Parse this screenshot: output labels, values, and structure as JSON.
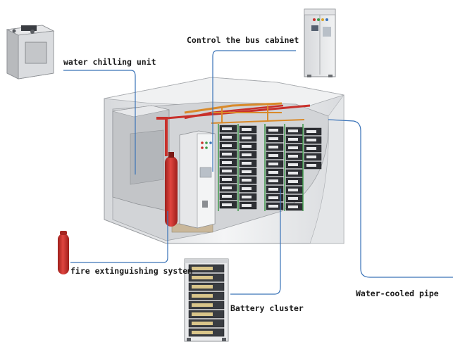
{
  "labels": {
    "water_chilling_unit": "water chilling unit",
    "control_bus_cabinet": "Control the bus cabinet",
    "fire_extinguishing": "fire extinguishing system",
    "battery_cluster": "Battery cluster",
    "water_cooled_pipe": "Water-cooled pipe"
  },
  "colors": {
    "leader_line": "#3a73b8",
    "container_shell": "#e9eaec",
    "pipe_red": "#c8302b",
    "pipe_orange": "#d98a2a",
    "battery_green": "#3f9a4a",
    "extinguisher_red": "#c8302b"
  }
}
